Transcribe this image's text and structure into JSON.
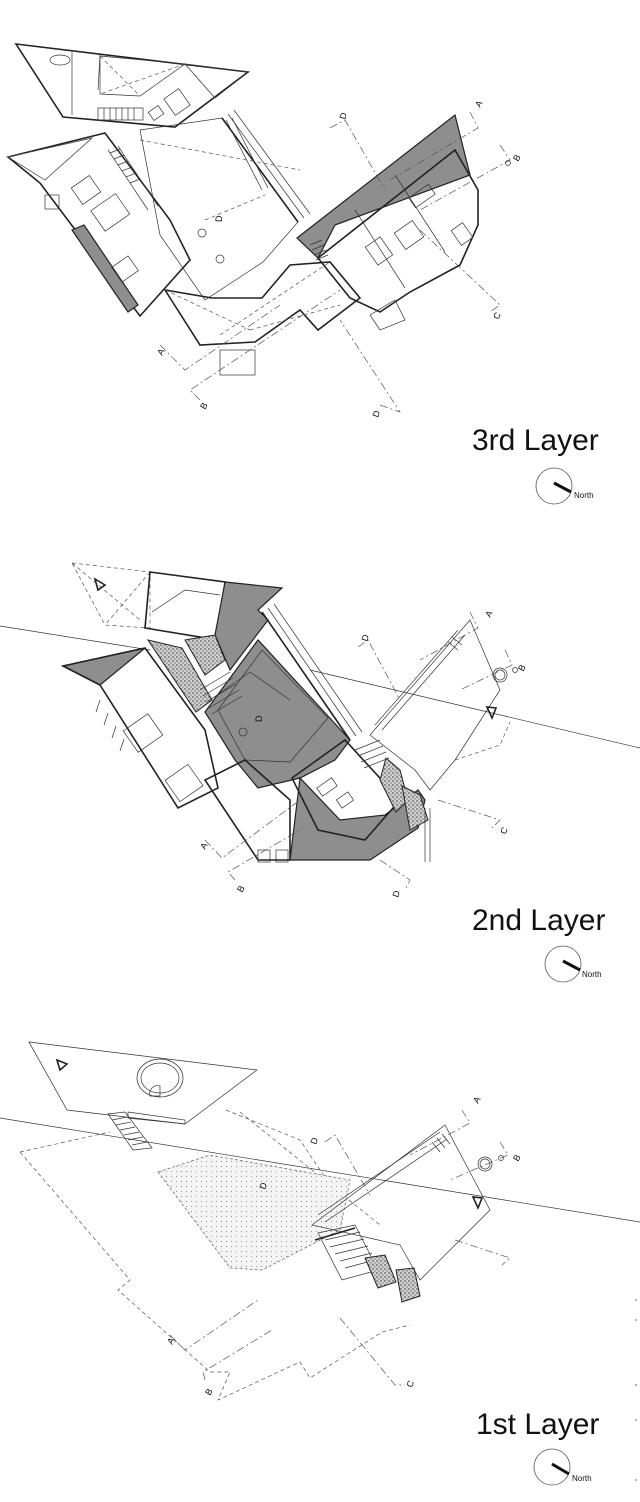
{
  "drawing": {
    "type": "architectural floor plans",
    "background": "#ffffff",
    "line_color": "#222222",
    "poche_color": "#8e8e8e"
  },
  "layers": [
    {
      "title": "3rd Layer",
      "north_label": "North",
      "section_markers": [
        "A",
        "B",
        "C",
        "D",
        "A",
        "B",
        "C",
        "D"
      ]
    },
    {
      "title": "2nd Layer",
      "north_label": "North",
      "section_markers": [
        "A",
        "B",
        "C",
        "D",
        "A",
        "B",
        "C",
        "D"
      ]
    },
    {
      "title": "1st Layer",
      "north_label": "North",
      "section_markers": [
        "A",
        "B",
        "C",
        "D",
        "A",
        "B",
        "C",
        "D"
      ]
    }
  ]
}
